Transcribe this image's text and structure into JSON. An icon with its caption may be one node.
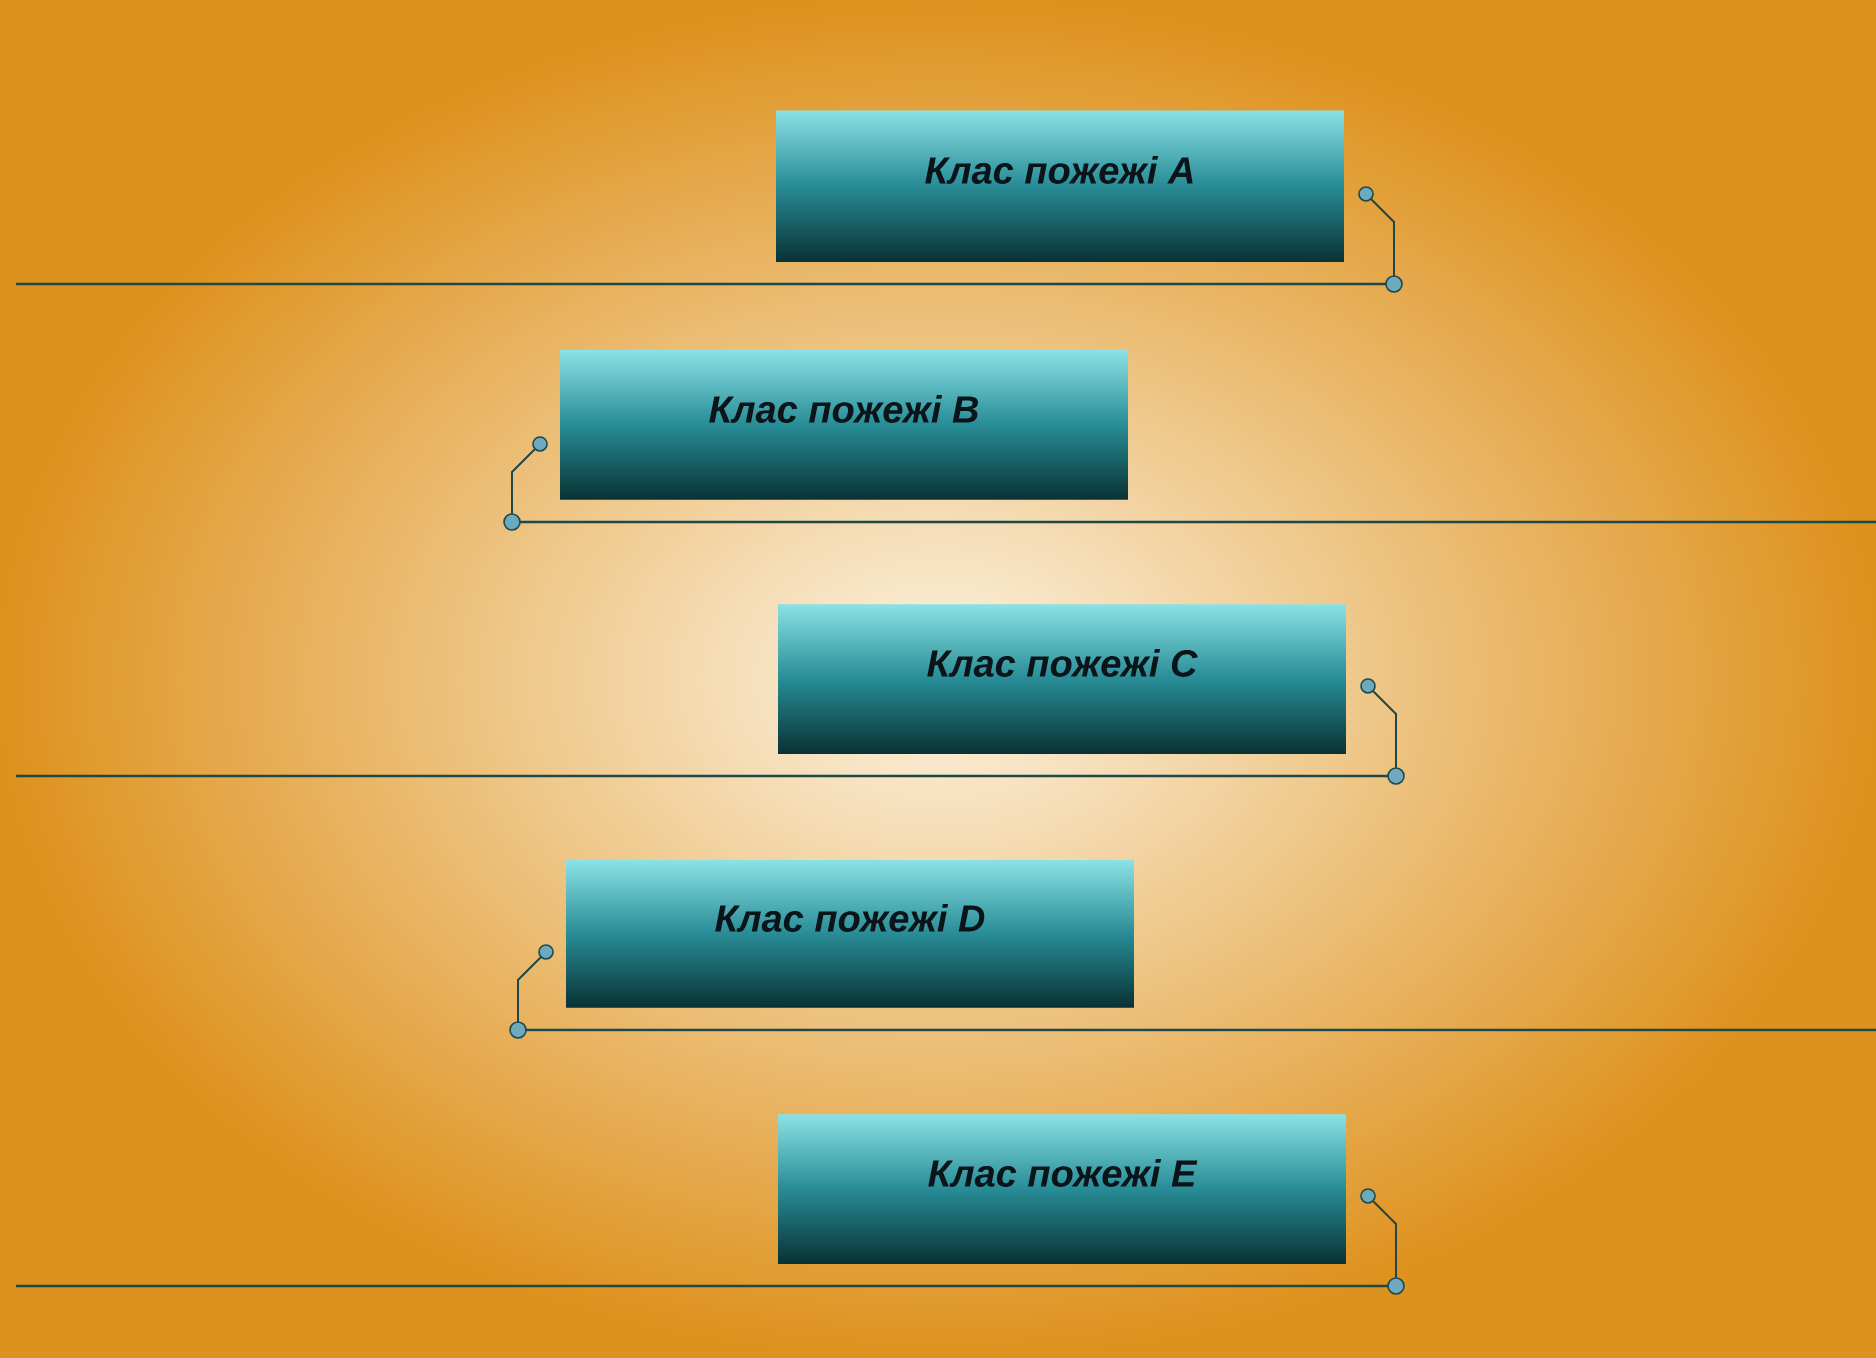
{
  "diagram": {
    "nodes": [
      {
        "text": [
          "Клас пожежі A"
        ]
      },
      {
        "text": [
          "Клас пожежі B"
        ]
      },
      {
        "text": [
          "Клас пожежі C"
        ]
      },
      {
        "text": [
          "Клас пожежі D"
        ]
      },
      {
        "text": [
          "Клас пожежі E"
        ]
      }
    ]
  }
}
